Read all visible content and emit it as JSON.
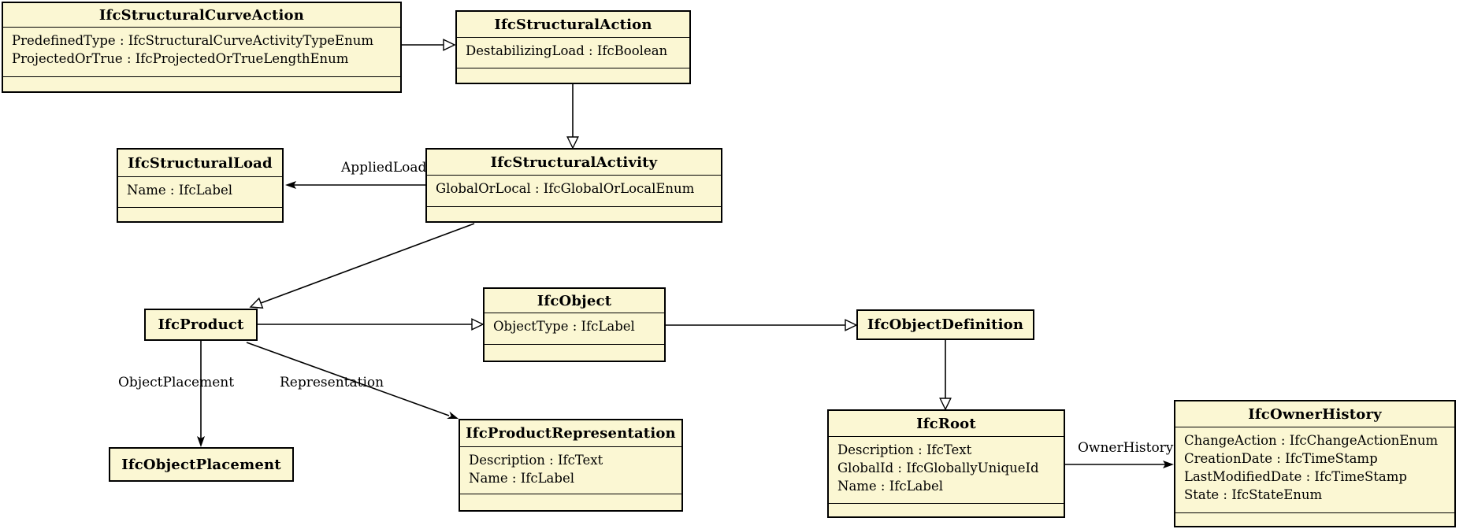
{
  "diagram": {
    "type": "uml-class-diagram",
    "background_color": "#ffffff",
    "box_fill_color": "#FBF7D3",
    "box_border_color": "#000000"
  },
  "classes": [
    {
      "name": "IfcStructuralCurveAction",
      "attributes": [
        "PredefinedType : IfcStructuralCurveActivityTypeEnum",
        "ProjectedOrTrue : IfcProjectedOrTrueLengthEnum"
      ]
    },
    {
      "name": "IfcStructuralAction",
      "attributes": [
        "DestabilizingLoad : IfcBoolean"
      ]
    },
    {
      "name": "IfcStructuralLoad",
      "attributes": [
        "Name : IfcLabel"
      ]
    },
    {
      "name": "IfcStructuralActivity",
      "attributes": [
        "GlobalOrLocal : IfcGlobalOrLocalEnum"
      ]
    },
    {
      "name": "IfcProduct",
      "attributes": []
    },
    {
      "name": "IfcObject",
      "attributes": [
        "ObjectType : IfcLabel"
      ]
    },
    {
      "name": "IfcObjectDefinition",
      "attributes": []
    },
    {
      "name": "IfcRoot",
      "attributes": [
        "Description : IfcText",
        "GlobalId : IfcGloballyUniqueId",
        "Name : IfcLabel"
      ]
    },
    {
      "name": "IfcOwnerHistory",
      "attributes": [
        "ChangeAction : IfcChangeActionEnum",
        "CreationDate : IfcTimeStamp",
        "LastModifiedDate : IfcTimeStamp",
        "State : IfcStateEnum"
      ]
    },
    {
      "name": "IfcObjectPlacement",
      "attributes": []
    },
    {
      "name": "IfcProductRepresentation",
      "attributes": [
        "Description : IfcText",
        "Name : IfcLabel"
      ]
    }
  ],
  "edge_labels": {
    "applied_load": "AppliedLoad",
    "object_placement": "ObjectPlacement",
    "representation": "Representation",
    "owner_history": "OwnerHistory"
  },
  "relationships": [
    {
      "from": "IfcStructuralCurveAction",
      "to": "IfcStructuralAction",
      "kind": "inheritance"
    },
    {
      "from": "IfcStructuralAction",
      "to": "IfcStructuralActivity",
      "kind": "inheritance"
    },
    {
      "from": "IfcStructuralActivity",
      "to": "IfcStructuralLoad",
      "kind": "association",
      "label": "AppliedLoad"
    },
    {
      "from": "IfcStructuralActivity",
      "to": "IfcProduct",
      "kind": "inheritance"
    },
    {
      "from": "IfcProduct",
      "to": "IfcObject",
      "kind": "inheritance"
    },
    {
      "from": "IfcObject",
      "to": "IfcObjectDefinition",
      "kind": "inheritance"
    },
    {
      "from": "IfcObjectDefinition",
      "to": "IfcRoot",
      "kind": "inheritance"
    },
    {
      "from": "IfcRoot",
      "to": "IfcOwnerHistory",
      "kind": "association",
      "label": "OwnerHistory"
    },
    {
      "from": "IfcProduct",
      "to": "IfcObjectPlacement",
      "kind": "association",
      "label": "ObjectPlacement"
    },
    {
      "from": "IfcProduct",
      "to": "IfcProductRepresentation",
      "kind": "association",
      "label": "Representation"
    }
  ]
}
